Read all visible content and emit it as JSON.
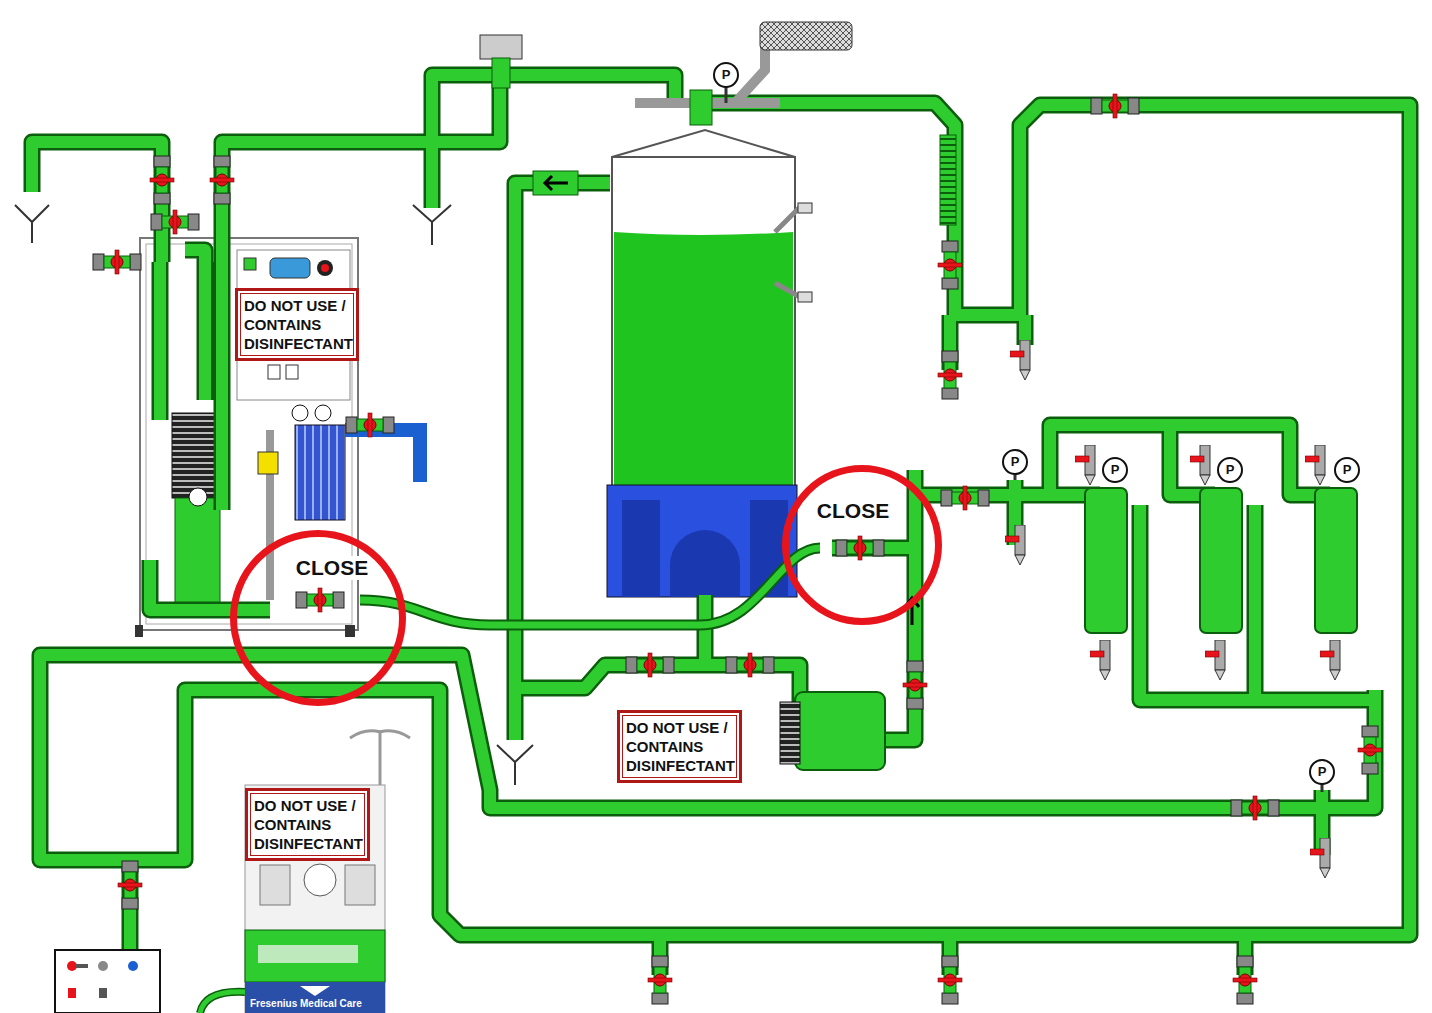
{
  "diagram": {
    "nodes": [
      {
        "text": [
          "DO NOT USE / CONTAINS DISINFECTANT"
        ]
      },
      {
        "text": [
          "CLOSE"
        ]
      },
      {
        "text": [
          "CLOSE"
        ]
      },
      {
        "text": [
          "DO NOT USE / CONTAINS DISINFECTANT"
        ]
      },
      {
        "text": [
          "DO NOT USE / CONTAINS DISINFECTANT"
        ]
      }
    ],
    "labels": [
      "P",
      "P",
      "P",
      "P",
      "P",
      "P",
      "Fresenius Medical Care"
    ]
  }
}
